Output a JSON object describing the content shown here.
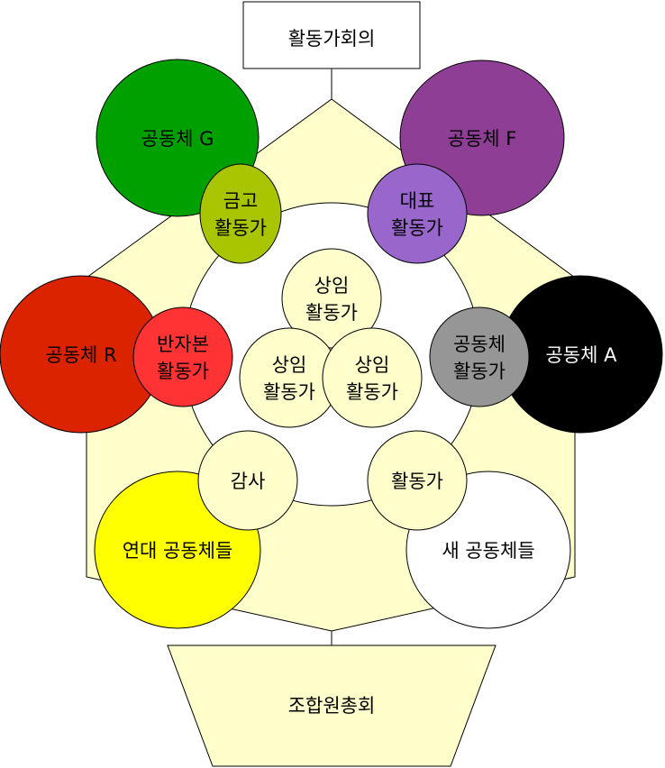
{
  "top_box": {
    "label": "활동가회의"
  },
  "bottom_box": {
    "label": "조합원총회"
  },
  "communities": [
    {
      "id": "g",
      "label": "공동체 G",
      "color": "#00A000",
      "text_color": "#000000"
    },
    {
      "id": "f",
      "label": "공동체 F",
      "color": "#8E3F95",
      "text_color": "#000000"
    },
    {
      "id": "r",
      "label": "공동체 R",
      "color": "#DC2300",
      "text_color": "#000000"
    },
    {
      "id": "a",
      "label": "공동체 A",
      "color": "#000000",
      "text_color": "#FFFFFF"
    },
    {
      "id": "solidarity",
      "label": "연대 공동체들",
      "color": "#FFFF00",
      "text_color": "#000000"
    },
    {
      "id": "new",
      "label": "새 공동체들",
      "color": "#FFFFFF",
      "text_color": "#000000"
    }
  ],
  "activists": [
    {
      "id": "finance",
      "lines": [
        "금고",
        "활동가"
      ],
      "color": "#A9C400"
    },
    {
      "id": "representative",
      "lines": [
        "대표",
        "활동가"
      ],
      "color": "#9966CC"
    },
    {
      "id": "anticapital",
      "lines": [
        "반자본",
        "활동가"
      ],
      "color": "#FF3333"
    },
    {
      "id": "community",
      "lines": [
        "공동체",
        "활동가"
      ],
      "color": "#969696"
    },
    {
      "id": "audit",
      "lines": [
        "감사"
      ],
      "color": "#FFFFCC"
    },
    {
      "id": "activist",
      "lines": [
        "활동가"
      ],
      "color": "#FFFFCC"
    }
  ],
  "standing": [
    {
      "id": "top",
      "lines": [
        "상임",
        "활동가"
      ]
    },
    {
      "id": "left",
      "lines": [
        "상임",
        "활동가"
      ]
    },
    {
      "id": "right",
      "lines": [
        "상임",
        "활동가"
      ]
    }
  ],
  "colors": {
    "ring_fill": "#FFFFCC",
    "inner_fill": "#FFFFFF",
    "standing_fill": "#FFFFCC",
    "box_fill": "#FFFFCC",
    "stroke": "#000000"
  }
}
